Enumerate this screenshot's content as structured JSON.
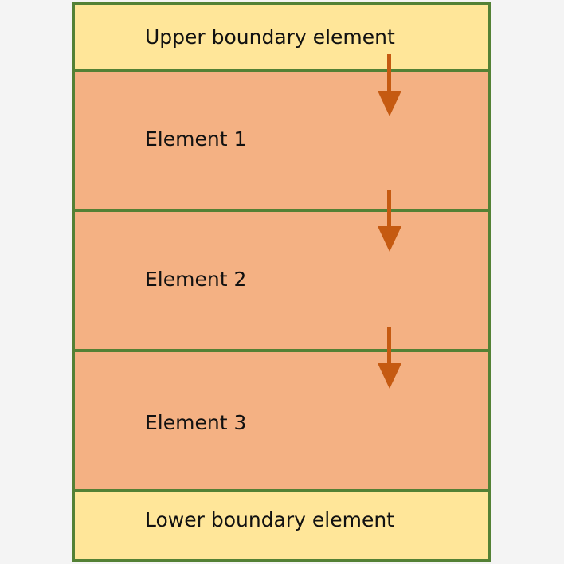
{
  "title": "Boundary elements diagram",
  "colors": {
    "border": "#538135",
    "boundary_fill": "#ffe699",
    "element_fill": "#f4b183",
    "arrow": "#c55a11"
  },
  "blocks": [
    {
      "label": "Upper boundary element",
      "kind": "boundary"
    },
    {
      "label": "Element 1",
      "kind": "element"
    },
    {
      "label": "Element 2",
      "kind": "element"
    },
    {
      "label": "Element 3",
      "kind": "element"
    },
    {
      "label": "Lower boundary element",
      "kind": "boundary"
    }
  ]
}
